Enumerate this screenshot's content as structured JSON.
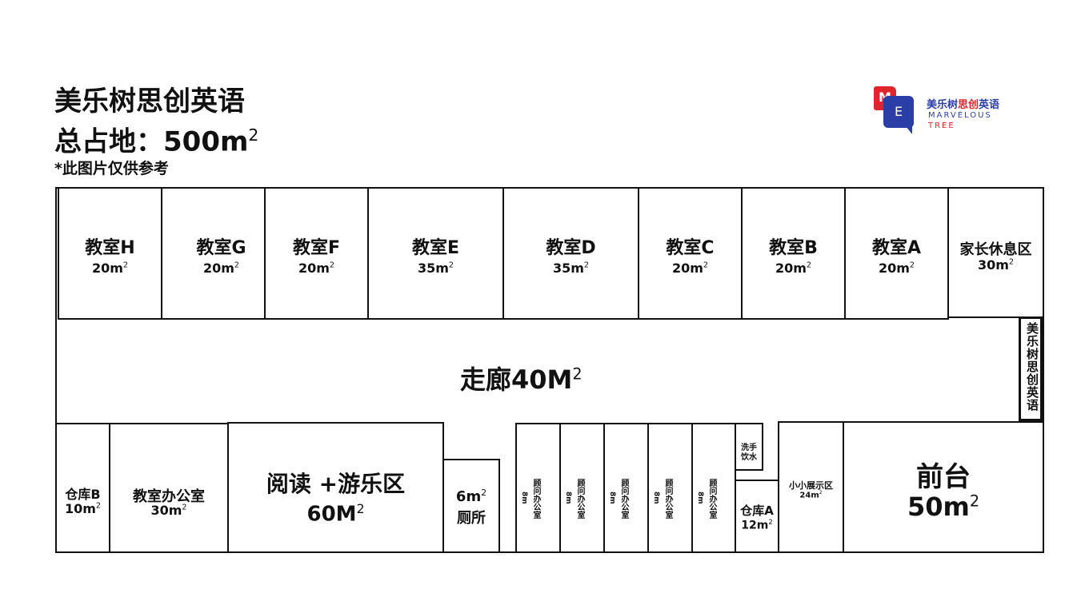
{
  "header": {
    "title": "美乐树思创英语",
    "area_label": "总占地：500m",
    "area_sup": "2",
    "note": "*此图片仅供参考"
  },
  "logo": {
    "mark_top": "M",
    "mark_bottom": "E",
    "name_part1": "美乐树",
    "name_part2": "思创",
    "name_part3": "英语",
    "en_line1": "MARVELOUS",
    "en_line2": "TREE",
    "color_red": "#e0242b",
    "color_blue": "#2b3ea8"
  },
  "top_rooms": [
    {
      "name": "教室H",
      "area": "20m"
    },
    {
      "name": "教室G",
      "area": "20m"
    },
    {
      "name": "教室F",
      "area": "20m"
    },
    {
      "name": "教室E",
      "area": "35m"
    },
    {
      "name": "教室D",
      "area": "35m"
    },
    {
      "name": "教室C",
      "area": "20m"
    },
    {
      "name": "教室B",
      "area": "20m"
    },
    {
      "name": "教室A",
      "area": "20m"
    },
    {
      "name": "家长休息区",
      "area": "30m"
    }
  ],
  "corridor": {
    "name": "走廊40M",
    "sup": "2"
  },
  "side_sign": "美乐树思创英语",
  "bottom_rooms": {
    "storage_b": {
      "name": "仓库B",
      "area": "10m"
    },
    "class_office": {
      "name": "教室办公室",
      "area": "30m"
    },
    "reading": {
      "name": "阅读 +游乐区",
      "area": "60M"
    },
    "toilet": {
      "area": "6m",
      "name": "厕所"
    },
    "consult": [
      {
        "name": "顾问办公室",
        "area": "8m"
      },
      {
        "name": "顾问办公室",
        "area": "8m"
      },
      {
        "name": "顾问办公室",
        "area": "8m"
      },
      {
        "name": "顾问办公室",
        "area": "8m"
      },
      {
        "name": "顾问办公室",
        "area": "8m"
      }
    ],
    "wash": {
      "name_line1": "洗手",
      "name_line2": "饮水"
    },
    "storage_a": {
      "name": "仓库A",
      "area": "12m"
    },
    "display": {
      "name": "小小展示区",
      "area": "24m"
    },
    "reception": {
      "name": "前台",
      "area": "50m"
    }
  },
  "sup_mark": "2"
}
